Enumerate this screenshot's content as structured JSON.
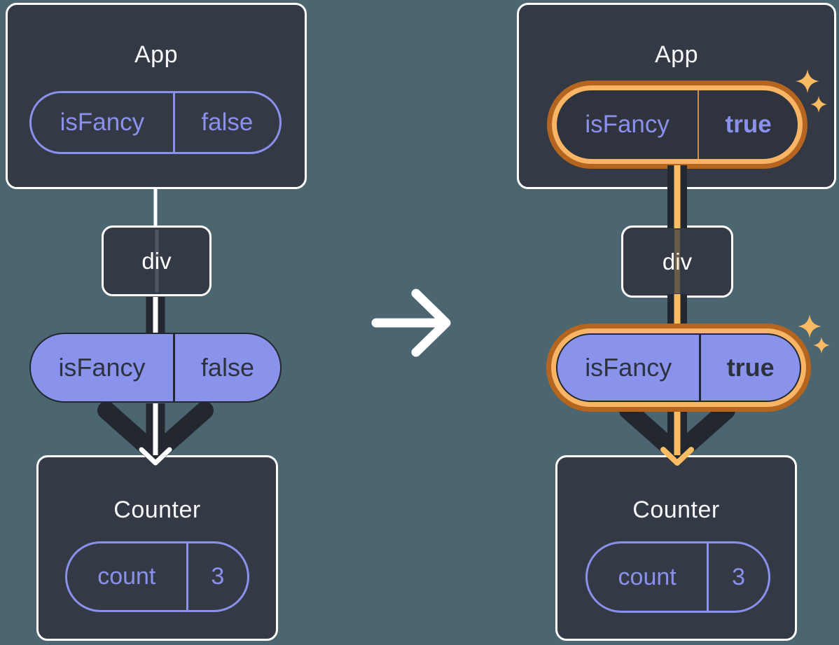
{
  "colors": {
    "background": "#4b6670",
    "node_bg": "#343a45",
    "node_border": "#ffffff",
    "purple": "#8a90ec",
    "purple_fill": "#8a93ec",
    "dark": "#23272f",
    "dark_text": "#2e323d",
    "orange_ring_outer": "#b5651d",
    "orange_ring_inner": "#f9b564",
    "orange_line": "#fbbc62",
    "sparkle": "#f8bb63",
    "title_text": "#f6f7f9"
  },
  "icons": {
    "transition_arrow": "right-arrow",
    "highlight_sparkles": "sparkles"
  },
  "left_tree": {
    "app": {
      "title": "App",
      "prop": {
        "name": "isFancy",
        "value": "false"
      }
    },
    "div_label": "div",
    "prop_pill": {
      "name": "isFancy",
      "value": "false"
    },
    "counter": {
      "title": "Counter",
      "state": {
        "name": "count",
        "value": "3"
      }
    }
  },
  "right_tree": {
    "app": {
      "title": "App",
      "prop": {
        "name": "isFancy",
        "value": "true"
      }
    },
    "div_label": "div",
    "prop_pill": {
      "name": "isFancy",
      "value": "true"
    },
    "counter": {
      "title": "Counter",
      "state": {
        "name": "count",
        "value": "3"
      }
    }
  }
}
